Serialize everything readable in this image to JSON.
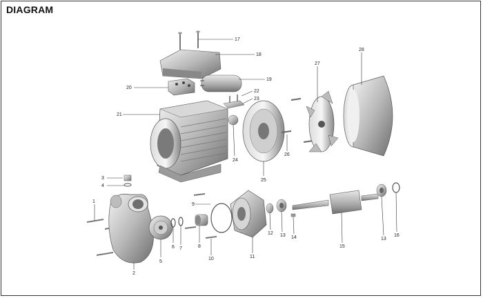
{
  "title": "DIAGRAM",
  "parts": [
    {
      "number": "1"
    },
    {
      "number": "2"
    },
    {
      "number": "3"
    },
    {
      "number": "4"
    },
    {
      "number": "5"
    },
    {
      "number": "6"
    },
    {
      "number": "7"
    },
    {
      "number": "8"
    },
    {
      "number": "9"
    },
    {
      "number": "10"
    },
    {
      "number": "11"
    },
    {
      "number": "12"
    },
    {
      "number": "13"
    },
    {
      "number": "14"
    },
    {
      "number": "15"
    },
    {
      "number": "13"
    },
    {
      "number": "16"
    },
    {
      "number": "17"
    },
    {
      "number": "18"
    },
    {
      "number": "19"
    },
    {
      "number": "20"
    },
    {
      "number": "21"
    },
    {
      "number": "22"
    },
    {
      "number": "23"
    },
    {
      "number": "24"
    },
    {
      "number": "25"
    },
    {
      "number": "26"
    },
    {
      "number": "27"
    },
    {
      "number": "28"
    }
  ]
}
